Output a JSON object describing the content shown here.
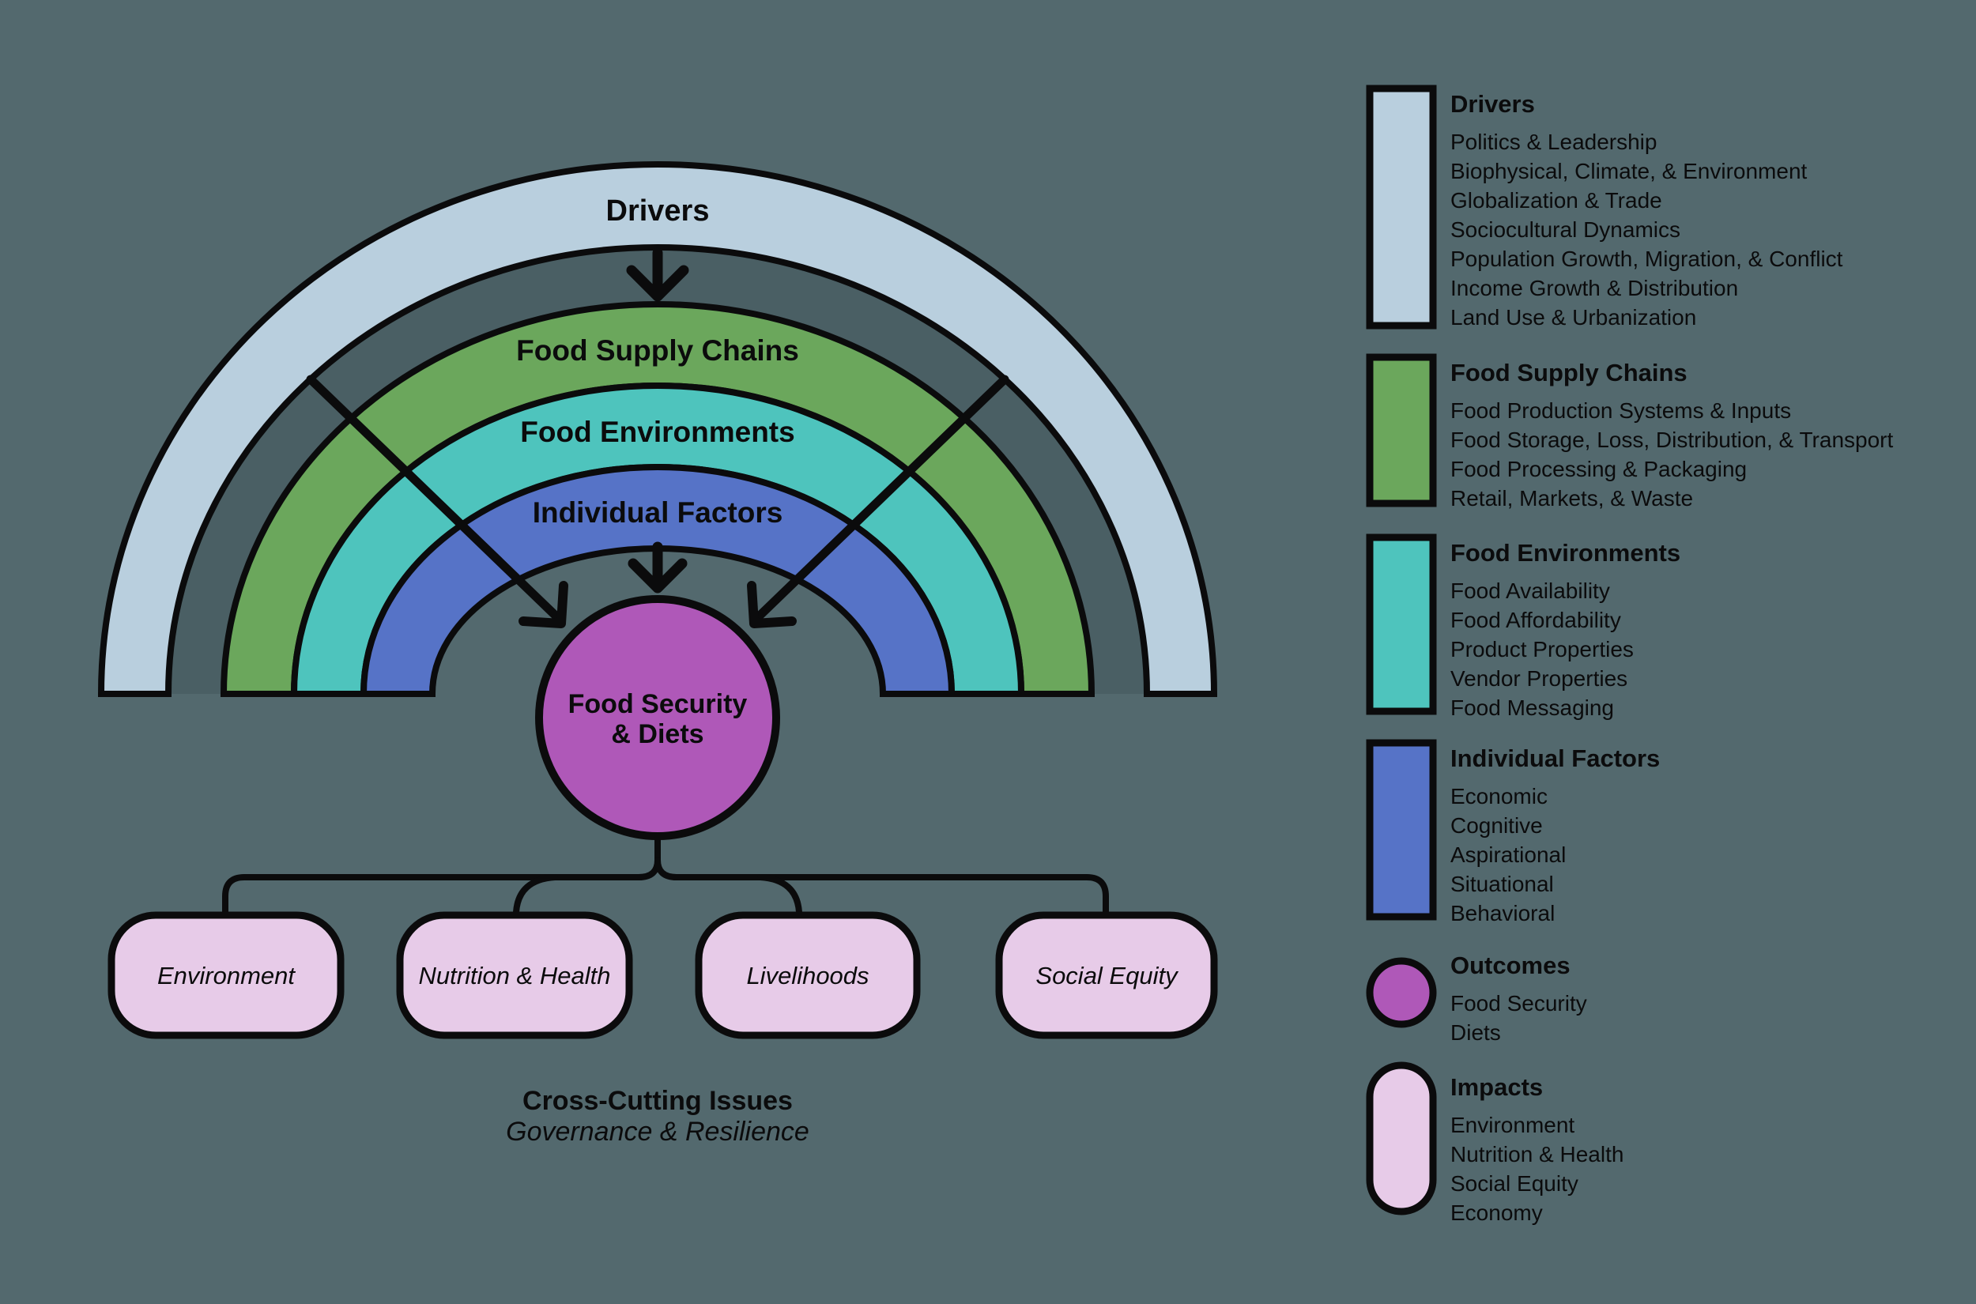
{
  "colors": {
    "background": "#53696E",
    "ring_gap": "#4A5F64",
    "drivers": "#B9CFDE",
    "food_supply_chains": "#6BA75C",
    "food_environments": "#4EC4BD",
    "individual_factors": "#5673C7",
    "outcomes": "#AF58B8",
    "impacts": "#E7CBE8",
    "ink": "#0B0B0C"
  },
  "diagram": {
    "rings": [
      {
        "label": "Drivers"
      },
      {
        "label": "Food Supply Chains"
      },
      {
        "label": "Food Environments"
      },
      {
        "label": "Individual Factors"
      }
    ],
    "center_circle": {
      "line1": "Food Security",
      "line2": "& Diets"
    },
    "impact_pills": [
      "Environment",
      "Nutrition & Health",
      "Livelihoods",
      "Social Equity"
    ],
    "footnote": {
      "title": "Cross-Cutting Issues",
      "subtitle": "Governance & Resilience"
    }
  },
  "legend": {
    "sections": [
      {
        "title": "Drivers",
        "items": [
          "Politics & Leadership",
          "Biophysical, Climate, & Environment",
          "Globalization & Trade",
          "Sociocultural Dynamics",
          "Population Growth, Migration, & Conflict",
          "Income Growth & Distribution",
          "Land Use & Urbanization"
        ]
      },
      {
        "title": "Food Supply Chains",
        "items": [
          "Food Production Systems & Inputs",
          "Food Storage, Loss, Distribution, & Transport",
          "Food Processing & Packaging",
          "Retail, Markets, & Waste"
        ]
      },
      {
        "title": "Food Environments",
        "items": [
          "Food Availability",
          "Food Affordability",
          "Product Properties",
          "Vendor Properties",
          "Food Messaging"
        ]
      },
      {
        "title": "Individual Factors",
        "items": [
          "Economic",
          "Cognitive",
          "Aspirational",
          "Situational",
          "Behavioral"
        ]
      },
      {
        "title": "Outcomes",
        "items": [
          "Food Security",
          "Diets"
        ]
      },
      {
        "title": "Impacts",
        "items": [
          "Environment",
          "Nutrition & Health",
          "Social Equity",
          "Economy"
        ]
      }
    ]
  }
}
